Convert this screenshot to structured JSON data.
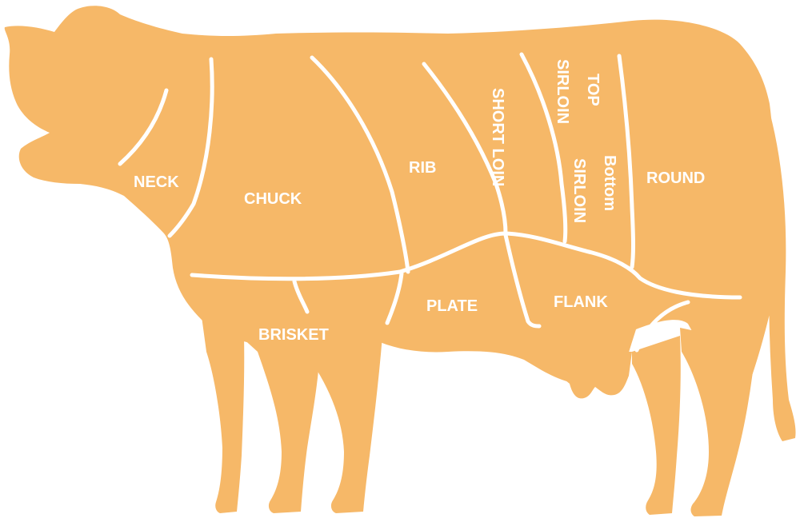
{
  "colors": {
    "body": "#F6B868",
    "lines": "#FFFFFF",
    "labels": "#FFFFFF",
    "background": "#FFFFFF"
  },
  "cuts": {
    "neck": "NECK",
    "chuck": "CHUCK",
    "rib": "RIB",
    "short_loin": "SHORT LOIN",
    "top_sirloin": "TOP SIRLOIN",
    "top_sirloin_line1": "TOP",
    "top_sirloin_line2": "SIRLOIN",
    "bottom_sirloin": "Bottom SIRLOIN",
    "bottom_sirloin_line1": "Bottom",
    "bottom_sirloin_line2": "SIRLOIN",
    "round": "ROUND",
    "brisket": "BRISKET",
    "plate": "PLATE",
    "flank": "FLANK"
  }
}
